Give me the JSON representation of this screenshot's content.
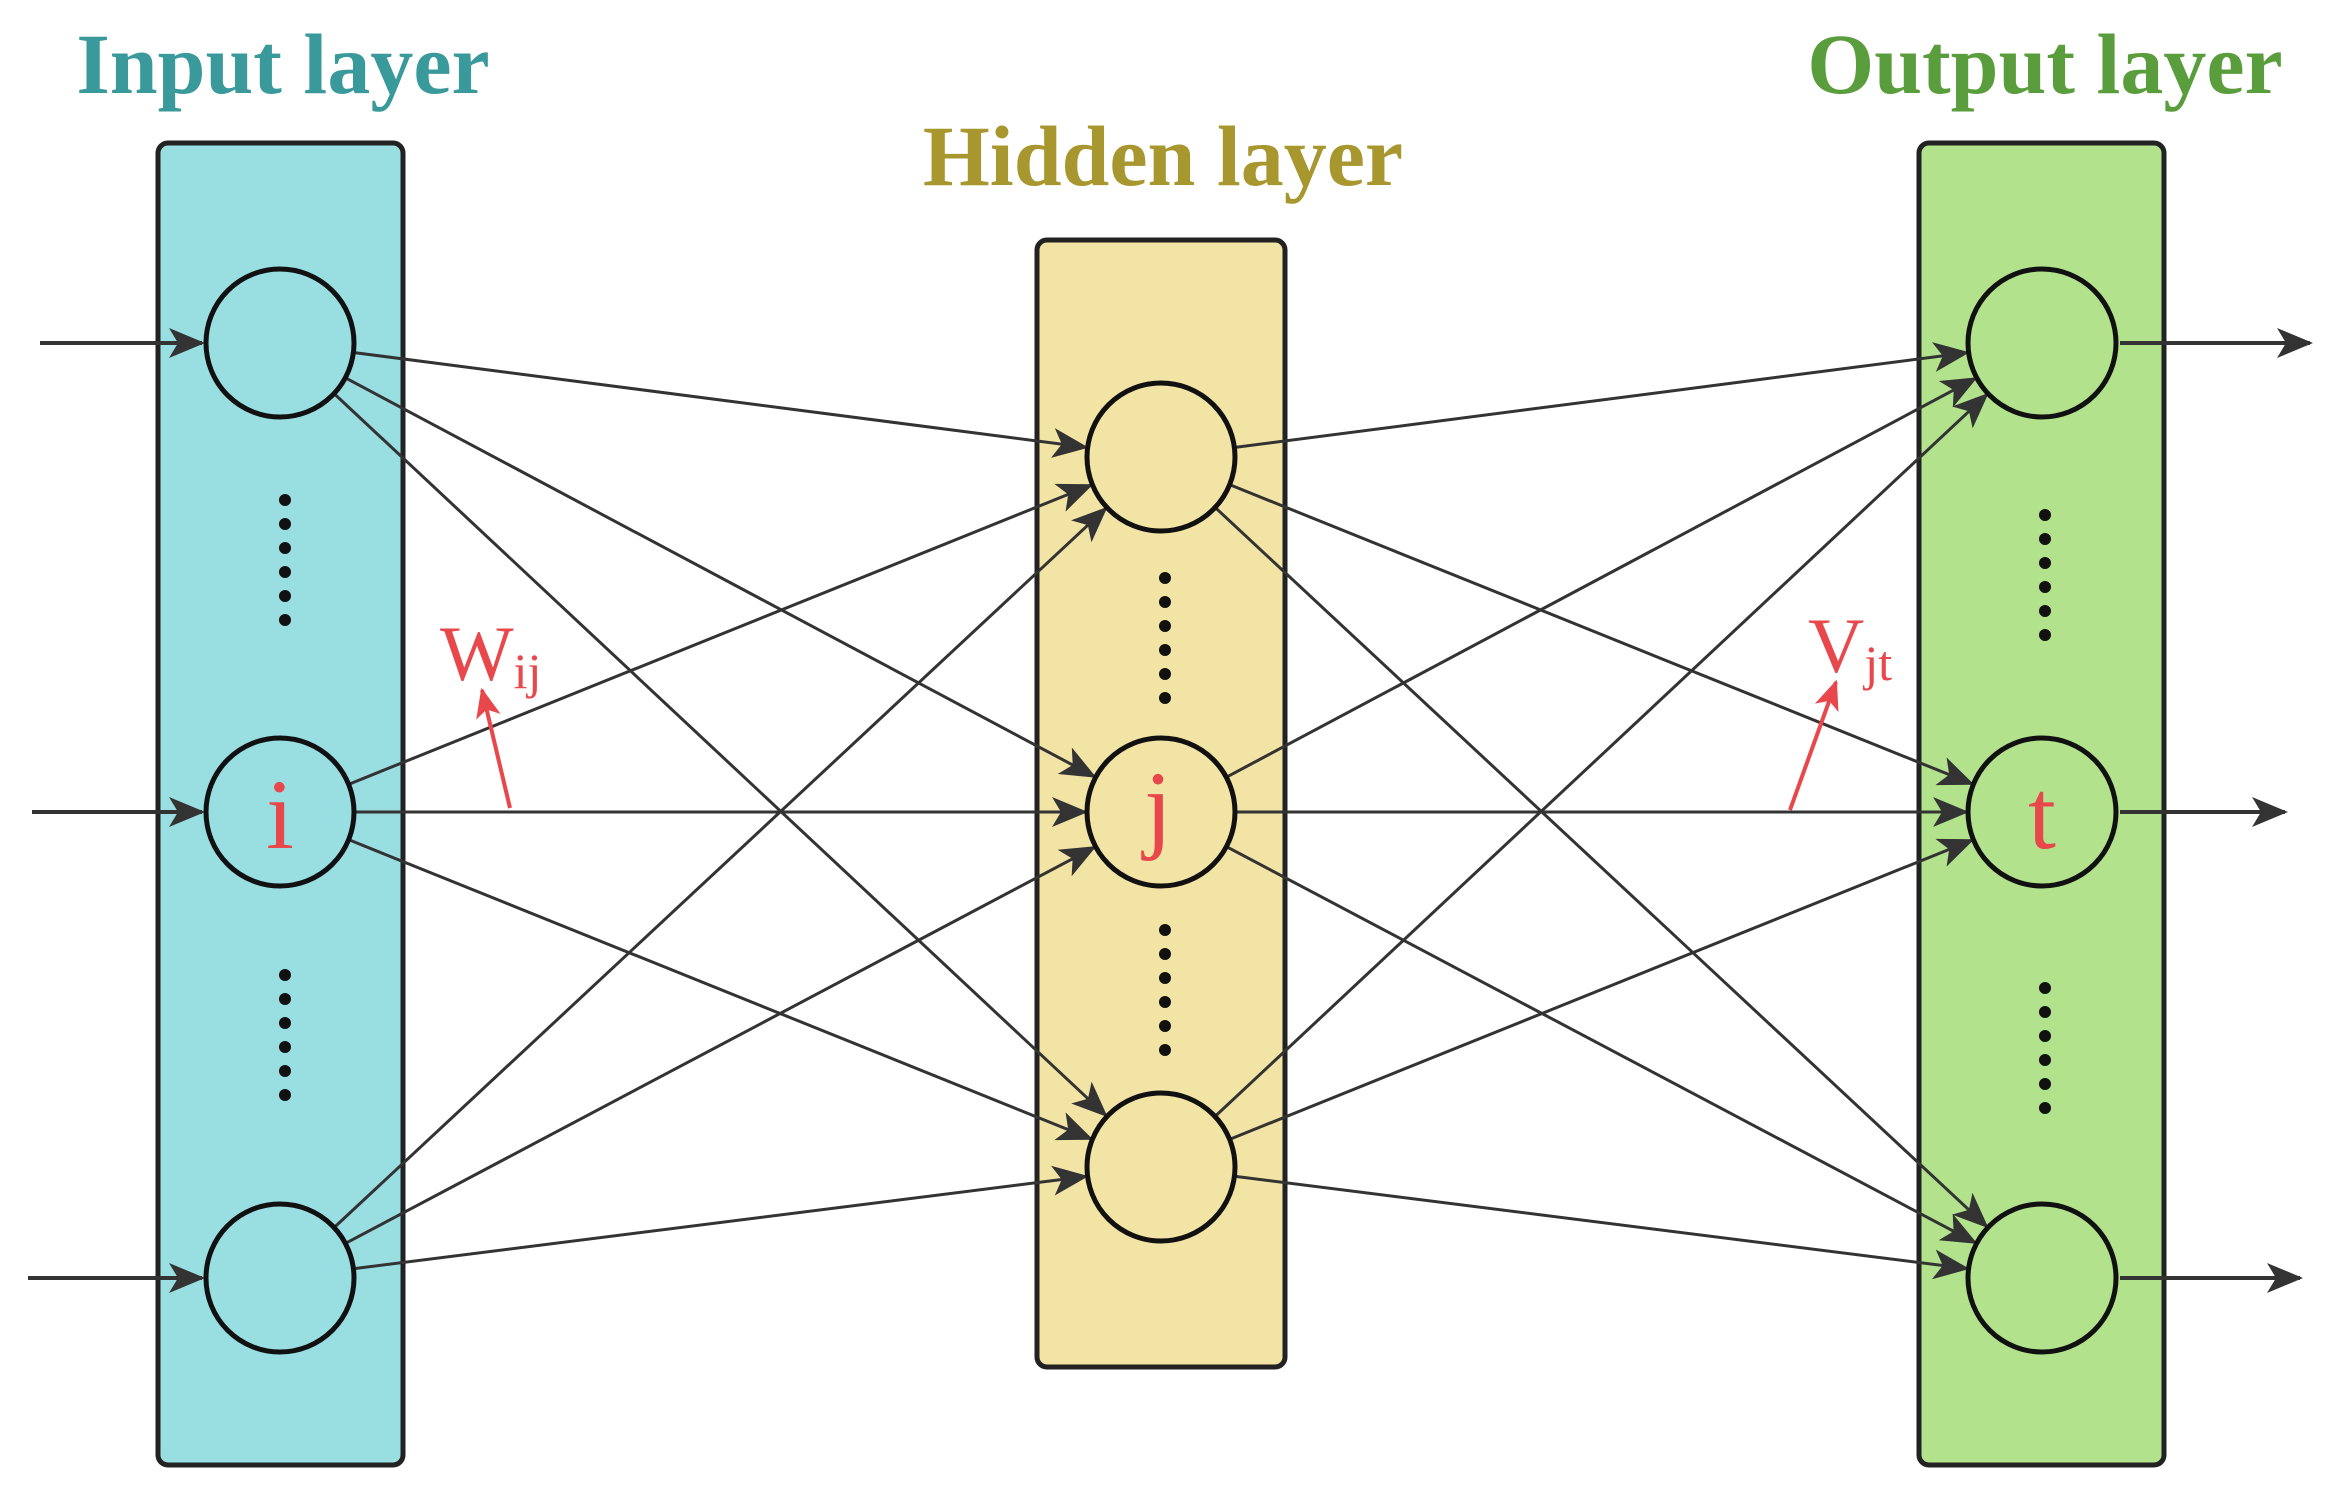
{
  "titles": {
    "input": "Input layer",
    "hidden": "Hidden layer",
    "output": "Output layer"
  },
  "node_labels": {
    "input": "i",
    "hidden": "j",
    "output": "t"
  },
  "weights": {
    "input_hidden": {
      "main": "W",
      "sub": "ij"
    },
    "hidden_output": {
      "main": "V",
      "sub": "jt"
    }
  },
  "colors": {
    "input_fill": "#99DFE2",
    "input_title": "#3A9A9B",
    "hidden_fill": "#F2E4A4",
    "hidden_title": "#A8962E",
    "output_fill": "#B2E38C",
    "output_title": "#5A9D3C",
    "label_red": "#E8474B",
    "line": "#333333"
  }
}
